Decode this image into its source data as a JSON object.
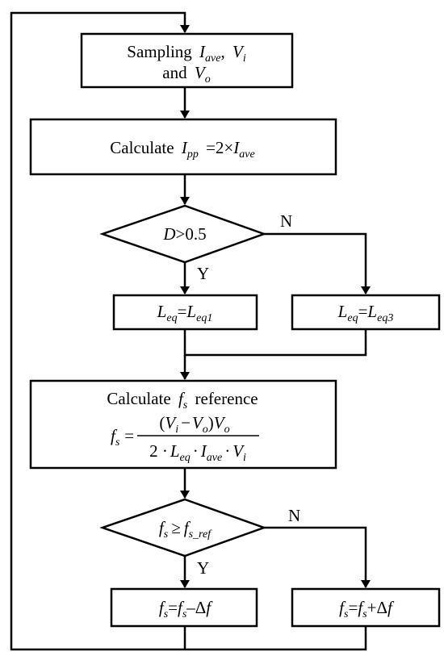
{
  "nodes": {
    "sampling": {
      "line1": "Sampling",
      "i_sym": "I",
      "i_sub": "ave",
      "comma": ",",
      "v_sym": "V",
      "vi_sub": "i",
      "and_text": "and",
      "vo_sub": "o"
    },
    "calc_ipp": {
      "prefix": "Calculate",
      "i_sym": "I",
      "pp_sub": "pp",
      "eq_part": "=2×",
      "ave_sub": "ave"
    },
    "decision_d": {
      "d_sym": "D",
      "rest": ">0.5"
    },
    "leq1": {
      "l_sym": "L",
      "eq_sub": "eq",
      "equals": "=",
      "sub1": "eq1"
    },
    "leq3": {
      "l_sym": "L",
      "eq_sub": "eq",
      "equals": "=",
      "sub3": "eq3"
    },
    "calc_fs": {
      "title_prefix": "Calculate",
      "title_f": "f",
      "title_s": "s",
      "title_suffix": "reference",
      "lhs_f": "f",
      "lhs_s": "s",
      "lhs_eq": "=",
      "num_open": "(",
      "num_v": "V",
      "num_i": "i",
      "num_minus": "−",
      "num_v2": "V",
      "num_o": "o",
      "num_close": ")",
      "num_v3": "V",
      "num_o2": "o",
      "den_2": "2 ·",
      "den_l": "L",
      "den_eq": "eq",
      "den_dot1": "·",
      "den_i": "I",
      "den_ave": "ave",
      "den_dot2": "·",
      "den_v": "V",
      "den_vi": "i"
    },
    "decision_fs": {
      "f_sym": "f",
      "s_sub": "s",
      "geq": "≥",
      "f2_sym": "f",
      "ref_sub": "s_ref"
    },
    "fs_minus": {
      "f": "f",
      "s": "s",
      "eq": "=",
      "f2": "f",
      "s2": "s",
      "op": "–Δ",
      "f3": "f"
    },
    "fs_plus": {
      "f": "f",
      "s": "s",
      "eq": "=",
      "f2": "f",
      "s2": "s",
      "op": "+Δ",
      "f3": "f"
    }
  },
  "labels": {
    "yes1": "Y",
    "no1": "N",
    "yes2": "Y",
    "no2": "N"
  },
  "colors": {
    "stroke": "#000000",
    "background": "#ffffff"
  }
}
